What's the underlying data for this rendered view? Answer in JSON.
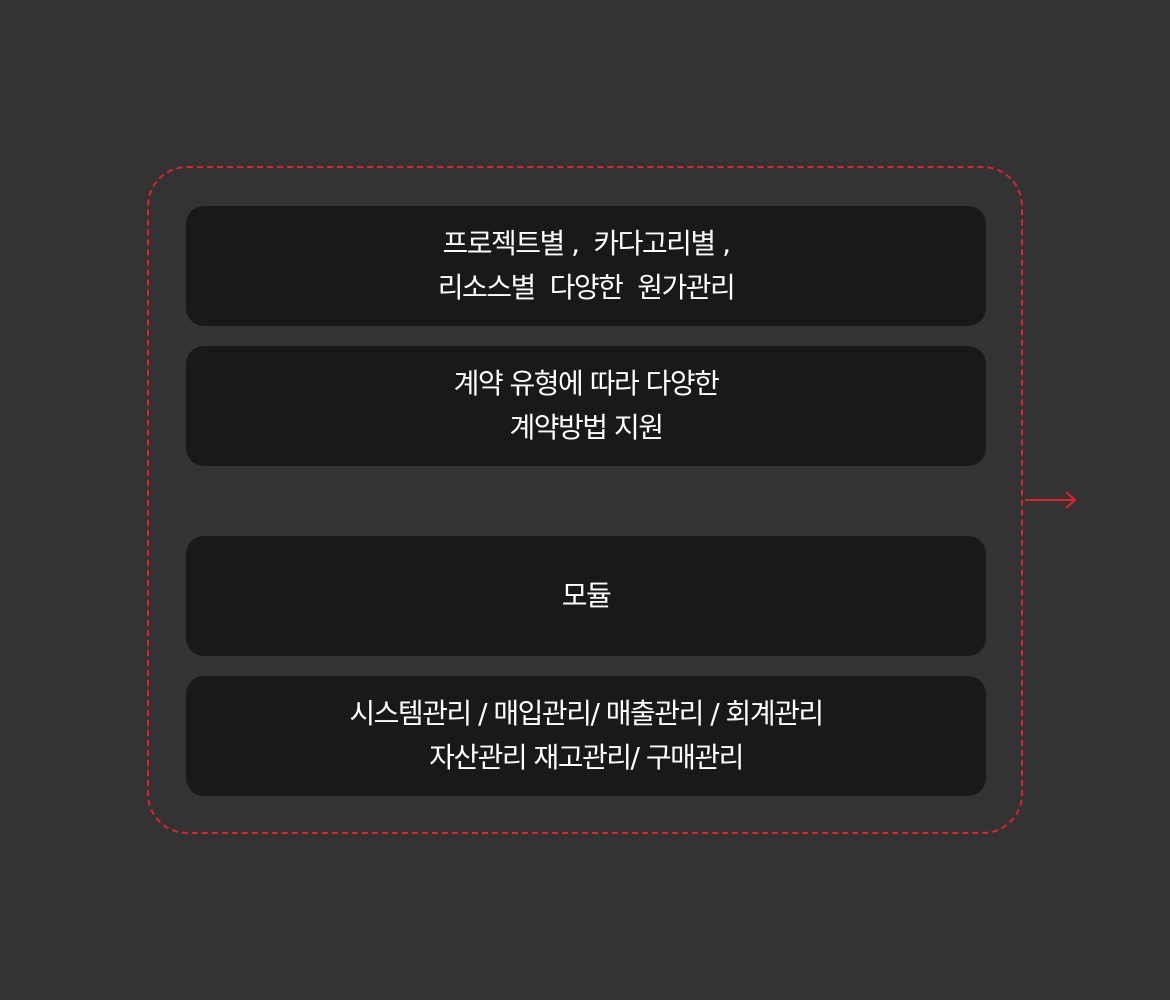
{
  "features": [
    {
      "line1": "프로젝트별 ,  카다고리별 ,",
      "line2": "리소스별  다양한  원가관리"
    },
    {
      "line1": "계약 유형에 따라 다양한",
      "line2": "계약방법 지원"
    }
  ],
  "module": {
    "title": "모듈",
    "line1": "시스템관리 / 매입관리/ 매출관리 / 회계관리",
    "line2": "자산관리 재고관리/ 구매관리"
  },
  "colors": {
    "background": "#333333",
    "box": "#191919",
    "accent": "#e0222b",
    "text": "#ffffff"
  },
  "icons": {
    "connector": "arrow-right-icon"
  }
}
